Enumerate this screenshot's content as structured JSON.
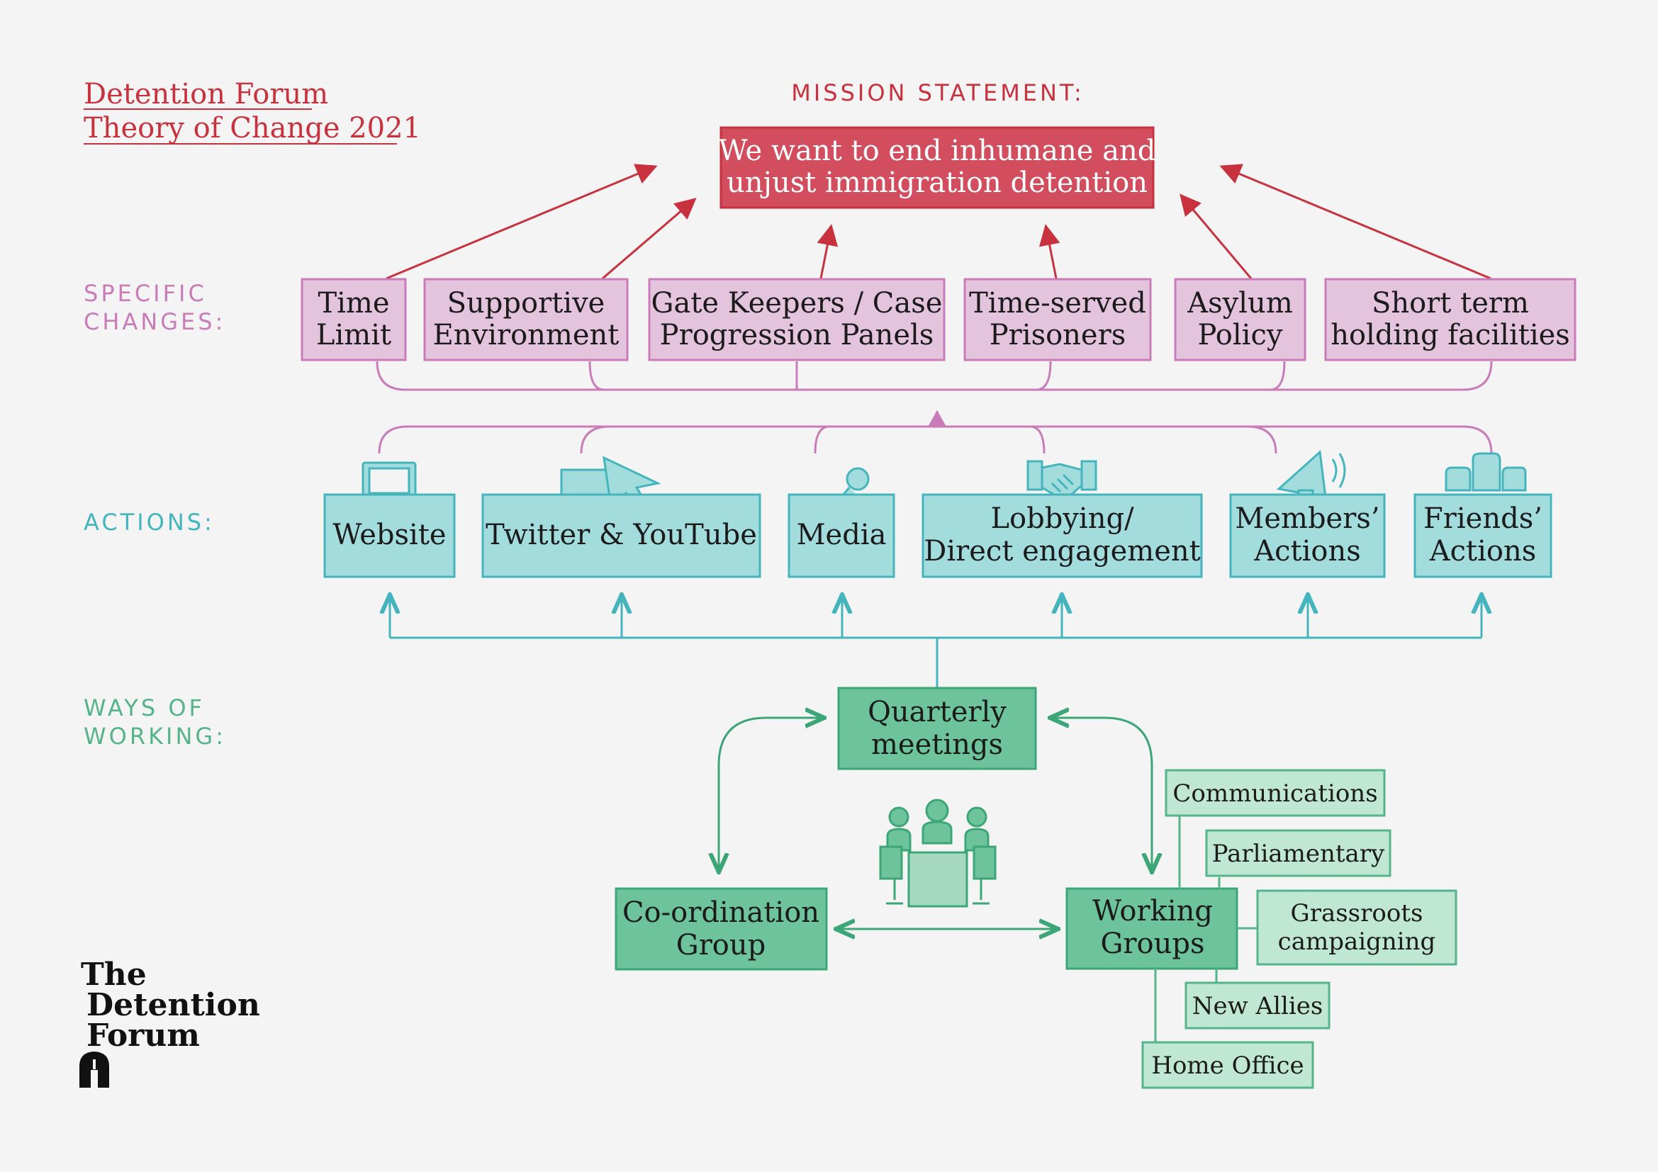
{
  "header": {
    "title_line1": "Detention Forum",
    "title_line2": "Theory of Change 2021"
  },
  "mission": {
    "label": "MISSION STATEMENT:",
    "line1": "We want to end inhumane and",
    "line2": "unjust immigration detention"
  },
  "sections": {
    "specific_changes_1": "SPECIFIC",
    "specific_changes_2": "CHANGES:",
    "actions": "ACTIONS:",
    "ways_1": "WAYS OF",
    "ways_2": "WORKING:"
  },
  "changes": [
    {
      "line1": "Time",
      "line2": "Limit"
    },
    {
      "line1": "Supportive",
      "line2": "Environment"
    },
    {
      "line1": "Gate Keepers / Case",
      "line2": "Progression Panels"
    },
    {
      "line1": "Time-served",
      "line2": "Prisoners"
    },
    {
      "line1": "Asylum",
      "line2": "Policy"
    },
    {
      "line1": "Short term",
      "line2": "holding facilities"
    }
  ],
  "actions": [
    {
      "line1": "Website",
      "icon": "laptop-icon"
    },
    {
      "line1": "Twitter & YouTube",
      "icon": "chat-cursor-icon"
    },
    {
      "line1": "Media",
      "icon": "microphone-icon"
    },
    {
      "line1": "Lobbying/",
      "line2": "Direct engagement",
      "icon": "handshake-icon"
    },
    {
      "line1": "Members’",
      "line2": "Actions",
      "icon": "megaphone-icon"
    },
    {
      "line1": "Friends’",
      "line2": "Actions",
      "icon": "raised-fists-icon"
    }
  ],
  "ways": {
    "quarterly_1": "Quarterly",
    "quarterly_2": "meetings",
    "coord_1": "Co-ordination",
    "coord_2": "Group",
    "working_1": "Working",
    "working_2": "Groups",
    "subgroups": [
      "Communications",
      "Parliamentary",
      "Grassroots campaigning",
      "New Allies",
      "Home Office"
    ],
    "grassroots_1": "Grassroots",
    "grassroots_2": "campaigning"
  },
  "logo": {
    "line1": "The",
    "line2": "Detention",
    "line3": "Forum"
  },
  "colors": {
    "mission_fill": "#d24d5e",
    "mission_stroke": "#c8323e",
    "change_fill": "#e4c3dc",
    "change_stroke": "#c97cb8",
    "action_fill": "#a3dcdd",
    "action_stroke": "#45b5bd",
    "way_fill": "#6cc39c",
    "way_stroke": "#3da677",
    "sub_fill": "#c0e7d3",
    "sub_stroke": "#55b48a"
  }
}
